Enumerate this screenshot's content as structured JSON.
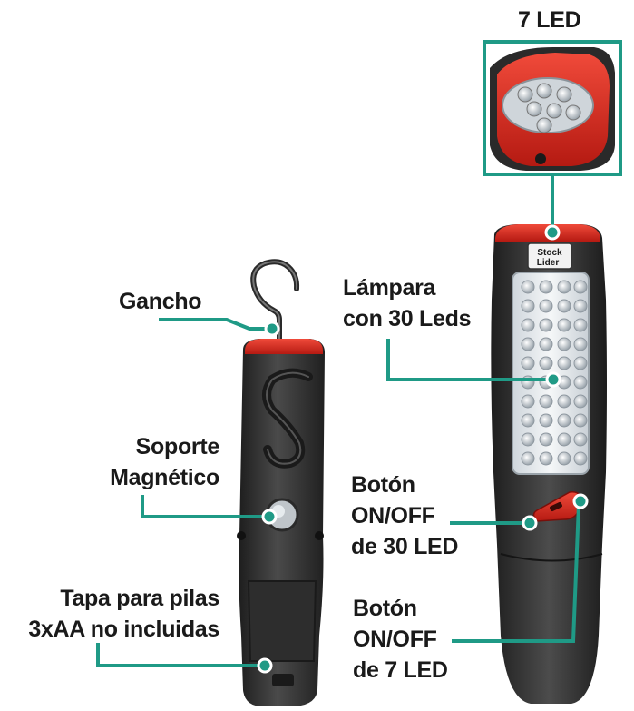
{
  "labels": {
    "top_led": "7 LED",
    "gancho": "Gancho",
    "soporte_1": "Soporte",
    "soporte_2": "Magnético",
    "tapa_1": "Tapa para pilas",
    "tapa_2": "3xAA no incluidas",
    "lampara_1": "Lámpara",
    "lampara_2": "con 30 Leds",
    "boton30_1": "Botón",
    "boton30_2": "ON/OFF",
    "boton30_3": "de 30 LED",
    "boton7_1": "Botón",
    "boton7_2": "ON/OFF",
    "boton7_3": "de 7 LED"
  },
  "brand": {
    "line1": "Stock",
    "line2": "Lider"
  },
  "colors": {
    "callout": "#1f9a86",
    "body": "#3a3a3a",
    "accent": "#d8241c"
  }
}
